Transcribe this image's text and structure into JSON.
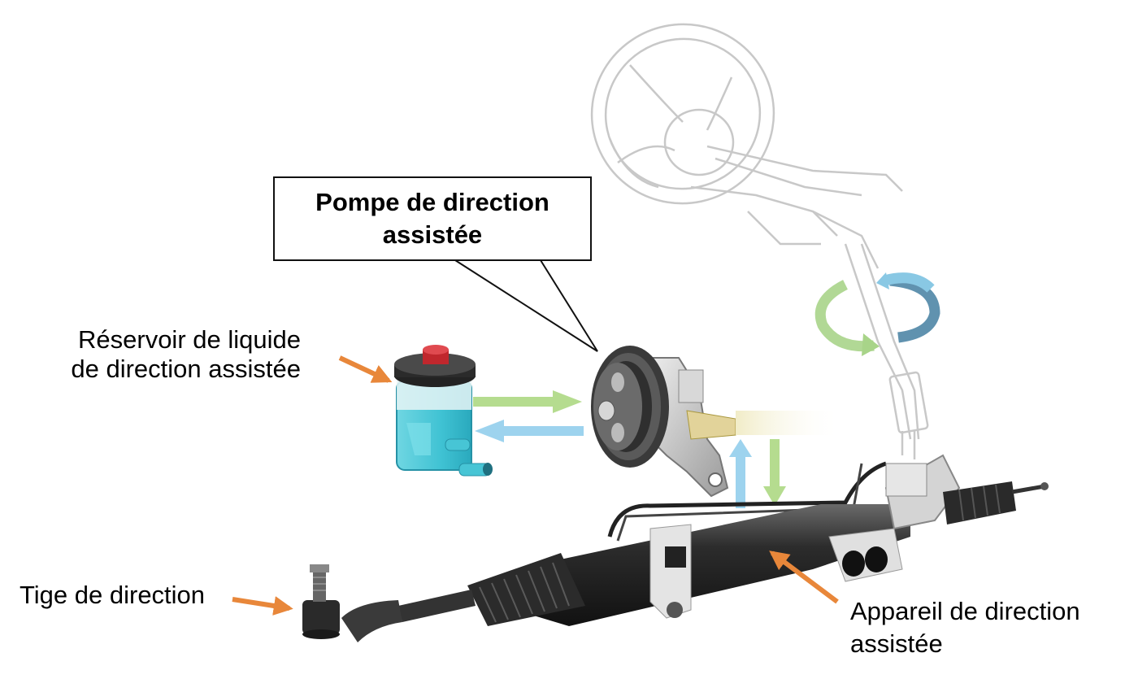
{
  "labels": {
    "pump": "Pompe de direction assistée",
    "reservoir_line1": "Réservoir de liquide",
    "reservoir_line2": "de direction assistée",
    "tie_rod": "Tige de direction",
    "rack_line1": "Appareil de direction",
    "rack_line2": "assistée"
  },
  "colors": {
    "leader_arrow": "#e8873a",
    "flow_green": "#b5dc8f",
    "flow_blue": "#9dd3ee",
    "fluid": "#4cc7d6",
    "cap_red": "#c0272d",
    "rotation_green": "#a8d489",
    "rotation_blue": "#89c8e4",
    "rotation_dark_blue": "#4f86a6"
  },
  "icons": {
    "steering_wheel": "steering-wheel-icon",
    "reservoir": "reservoir-icon",
    "pump": "pump-icon",
    "rack": "steering-rack-icon",
    "tie_rod": "tie-rod-end-icon",
    "rotation": "rotation-arrows-icon"
  }
}
